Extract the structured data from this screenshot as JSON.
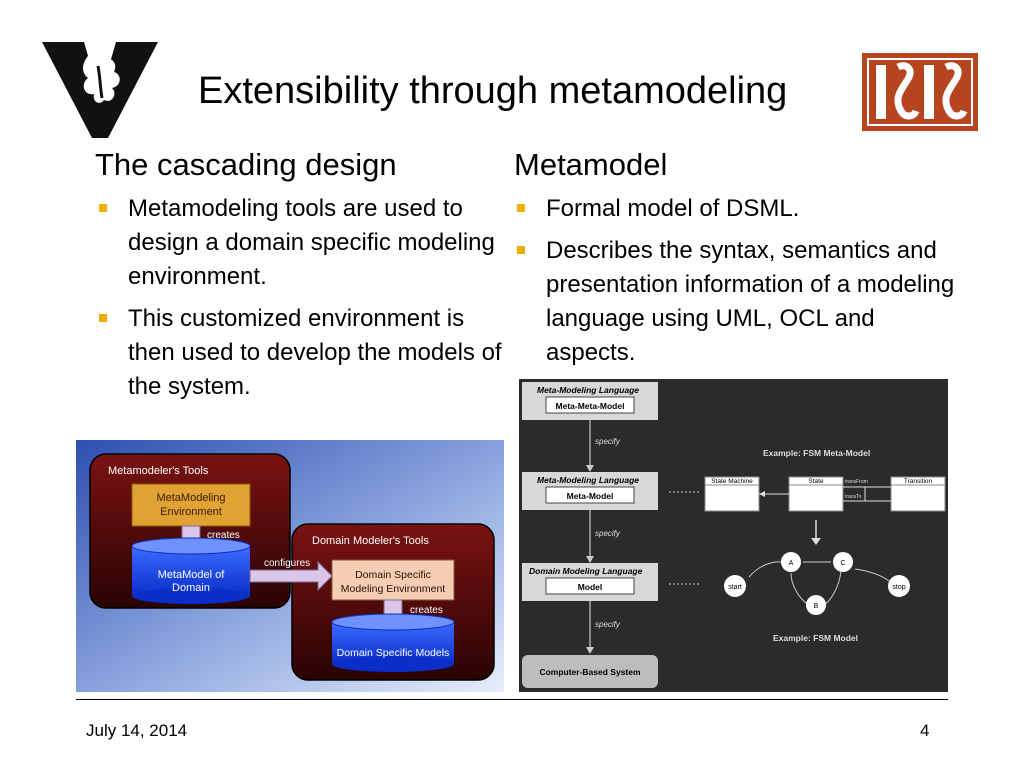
{
  "title": "Extensibility through metamodeling",
  "left": {
    "heading": "The cascading design",
    "bullets": [
      "Metamodeling tools are used to design a domain specific modeling environment.",
      "This customized environment is then used to develop the models of the system."
    ]
  },
  "right": {
    "heading": "Metamodel",
    "bullets": [
      "Formal model of DSML.",
      "Describes the syntax, semantics and presentation information of a modeling language using UML, OCL and aspects."
    ]
  },
  "fig_left": {
    "metamodeler_tools": "Metamodeler's Tools",
    "metamodeling_env_1": "MetaModeling",
    "metamodeling_env_2": "Environment",
    "creates": "creates",
    "metamodel_1": "MetaModel of",
    "metamodel_2": "Domain",
    "configures": "configures",
    "domain_tools": "Domain Modeler's Tools",
    "dsme_1": "Domain Specific",
    "dsme_2": "Modeling Environment",
    "creates2": "creates",
    "dsm": "Domain Specific Models"
  },
  "fig_right": {
    "mml_1": "Meta-Modeling Language",
    "mmm": "Meta-Meta-Model",
    "specify_1": "specify",
    "mml_2": "Meta-Modeling Language",
    "mm": "Meta-Model",
    "specify_2": "specify",
    "dml": "Domain Modeling Language",
    "model": "Model",
    "specify_3": "specify",
    "cbs": "Computer-Based System",
    "fsm_meta": "Example: FSM Meta-Model",
    "state_machine": "State Machine",
    "state": "State",
    "transition": "Transition",
    "trans_from": "transFrom",
    "trans_to": "transTo",
    "fsm_model": "Example: FSM Model",
    "start": "start",
    "stop": "stop",
    "node_a": "A",
    "node_b": "B",
    "node_c": "C"
  },
  "footer": {
    "date": "July 14, 2014",
    "page": "4"
  },
  "colors": {
    "bullet": "#e8b100",
    "isis_brand": "#b5441f",
    "tool_box": "#6b0f0f",
    "metamodel_blue": "#1746e0"
  }
}
